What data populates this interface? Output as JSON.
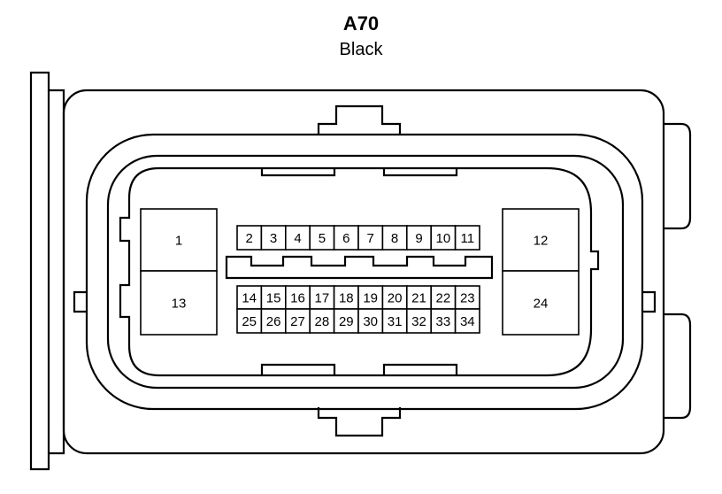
{
  "connector": {
    "code": "A70",
    "color": "Black"
  },
  "pins": {
    "big_left": [
      "1",
      "13"
    ],
    "big_right": [
      "12",
      "24"
    ],
    "row1": [
      "2",
      "3",
      "4",
      "5",
      "6",
      "7",
      "8",
      "9",
      "10",
      "11"
    ],
    "row2": [
      "14",
      "15",
      "16",
      "17",
      "18",
      "19",
      "20",
      "21",
      "22",
      "23"
    ],
    "row3": [
      "25",
      "26",
      "27",
      "28",
      "29",
      "30",
      "31",
      "32",
      "33",
      "34"
    ]
  }
}
